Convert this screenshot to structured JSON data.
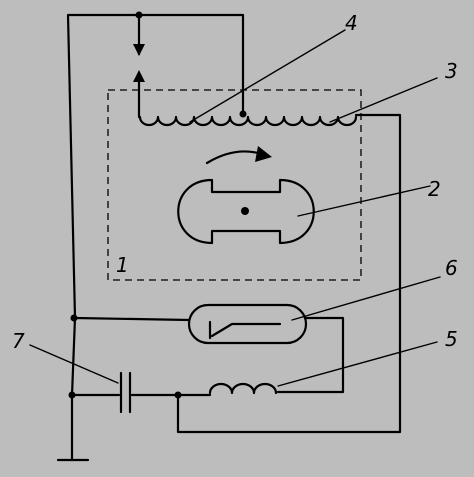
{
  "labels": {
    "l1": "1",
    "l2": "2",
    "l3": "3",
    "l4": "4",
    "l5": "5",
    "l6": "6",
    "l7": "7"
  },
  "colors": {
    "background": "#bdbdbd",
    "ink": "#000000"
  }
}
